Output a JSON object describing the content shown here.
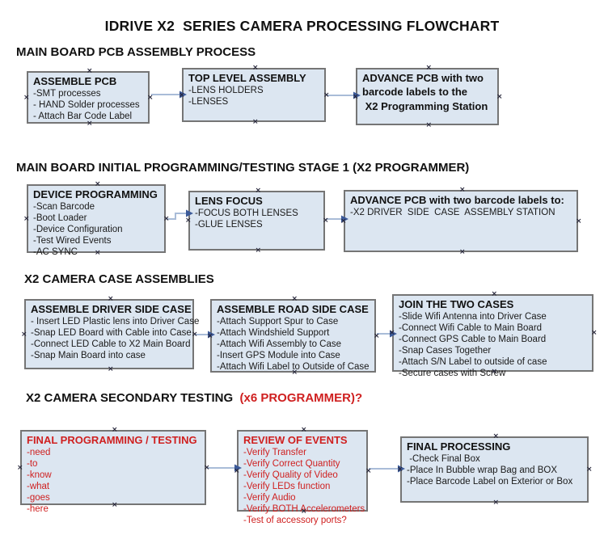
{
  "title": "IDRIVE X2  SERIES CAMERA PROCESSING FLOWCHART",
  "colors": {
    "box_fill": "#dce6f1",
    "box_border": "#757575",
    "red_text": "#cf2020",
    "black_text": "#111111",
    "arrow_line": "#a9bcd8",
    "arrow_head": "#3c5a99",
    "handle": "#26263a"
  },
  "handle_glyph": "×",
  "sections": [
    {
      "heading": "MAIN BOARD PCB ASSEMBLY PROCESS",
      "heading_highlight": "",
      "boxes": [
        {
          "title": "ASSEMBLE PCB",
          "lines": [
            "-SMT processes",
            "- HAND Solder processes",
            "- Attach Bar Code Label"
          ]
        },
        {
          "title": "TOP LEVEL ASSEMBLY",
          "lines": [
            "-LENS HOLDERS",
            "-LENSES"
          ]
        },
        {
          "title": "ADVANCE PCB with two",
          "lines": [
            "barcode labels to the",
            " X2 Programming Station"
          ]
        }
      ]
    },
    {
      "heading": "MAIN BOARD INITIAL PROGRAMMING/TESTING STAGE 1 (X2 PROGRAMMER)",
      "heading_highlight": "",
      "boxes": [
        {
          "title": "DEVICE PROGRAMMING",
          "lines": [
            "-Scan Barcode",
            "-Boot Loader",
            "-Device Configuration",
            "-Test Wired Events",
            "-AC SYNC"
          ]
        },
        {
          "title": "LENS FOCUS",
          "lines": [
            "-FOCUS BOTH LENSES",
            "-GLUE LENSES"
          ]
        },
        {
          "title": "ADVANCE PCB with two barcode labels to:",
          "lines": [
            "-X2 DRIVER  SIDE  CASE  ASSEMBLY STATION"
          ]
        }
      ]
    },
    {
      "heading": "X2 CAMERA CASE ASSEMBLIES",
      "heading_highlight": "",
      "boxes": [
        {
          "title": "ASSEMBLE DRIVER SIDE CASE",
          "lines": [
            "- Insert LED Plastic lens into Driver Case",
            "-Snap LED Board with Cable into Case",
            "-Connect LED Cable to X2 Main Board",
            "-Snap Main Board into case"
          ]
        },
        {
          "title": "ASSEMBLE ROAD SIDE CASE",
          "lines": [
            "-Attach Support Spur to Case",
            "-Attach Windshield Support",
            "-Attach Wifi Assembly to Case",
            "-Insert GPS Module into Case",
            "-Attach Wifi Label to Outside of Case"
          ]
        },
        {
          "title": "JOIN THE TWO CASES",
          "lines": [
            "-Slide Wifi Antenna into Driver Case",
            "-Connect Wifi Cable to Main Board",
            "-Connect GPS Cable to Main Board",
            "-Snap Cases Together",
            "-Attach S/N Label to outside of case",
            "-Secure cases with Screw"
          ]
        }
      ]
    },
    {
      "heading": "X2 CAMERA SECONDARY TESTING  ",
      "heading_highlight": "(x6 PROGRAMMER)?",
      "boxes": [
        {
          "title": "FINAL PROGRAMMING / TESTING",
          "lines": [
            "-need",
            "-to",
            "-know",
            "-what",
            "-goes",
            "-here"
          ]
        },
        {
          "title": "REVIEW OF EVENTS",
          "lines": [
            "-Verify Transfer",
            "-Verify Correct Quantity",
            "-Verify Quality of Video",
            "-Verify LEDs function",
            "-Verify Audio",
            "-Verify BOTH Accelerometers",
            "-Test of accessory ports?"
          ]
        },
        {
          "title": "FINAL PROCESSING",
          "lines": [
            " -Check Final Box",
            "-Place In Bubble wrap Bag and BOX",
            "-Place Barcode Label on Exterior or Box"
          ]
        }
      ]
    }
  ]
}
